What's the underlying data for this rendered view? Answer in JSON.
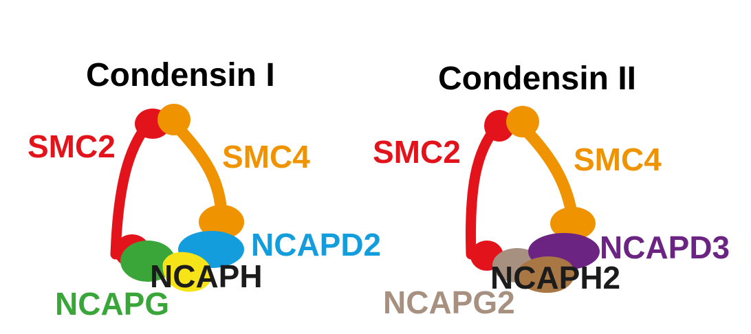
{
  "colors": {
    "smc2": "#e3131b",
    "smc4": "#ef9300",
    "ncapd2": "#139ddc",
    "ncapg": "#3aa63a",
    "ncaph": "#f7e418",
    "ncapd3": "#6c2483",
    "ncapg2": "#a89081",
    "ncaph2": "#a97743",
    "text_dark": "#1c1c1c"
  },
  "condensin1": {
    "title": "Condensin I",
    "labels": {
      "smc2": "SMC2",
      "smc4": "SMC4",
      "ncapd2": "NCAPD2",
      "ncaph": "NCAPH",
      "ncapg": "NCAPG"
    }
  },
  "condensin2": {
    "title": "Condensin II",
    "labels": {
      "smc2": "SMC2",
      "smc4": "SMC4",
      "ncapd3": "NCAPD3",
      "ncaph2": "NCAPH2",
      "ncapg2": "NCAPG2"
    }
  }
}
